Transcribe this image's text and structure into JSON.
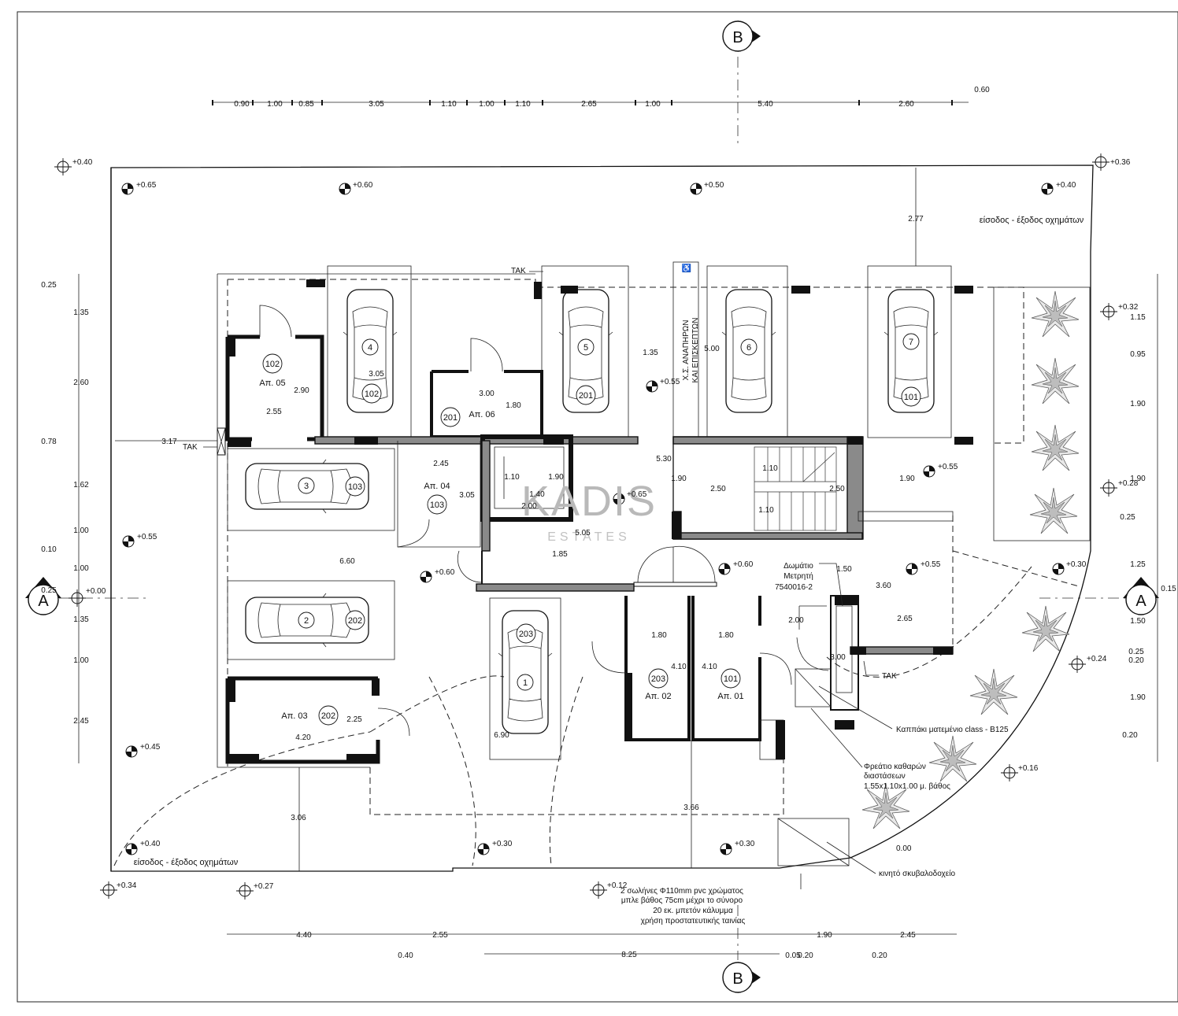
{
  "watermark": {
    "name": "KADIS",
    "tagline": "ESTATES"
  },
  "section_markers": {
    "b_top": "B",
    "b_bottom": "B",
    "a_left": "A",
    "a_right": "A"
  },
  "dims_top": [
    "0.90",
    "1.00",
    "0.85",
    "3.05",
    "1.10",
    "1.00",
    "1.10",
    "2.65",
    "1.00",
    "5.40",
    "2.60",
    "0.60"
  ],
  "dims_left": [
    "0.25",
    "1.35",
    "2.60",
    "0.78",
    "1.62",
    "1.00",
    "0.10",
    "1.00",
    "0.25",
    "1.35",
    "1.00",
    "2.45"
  ],
  "dims_right": [
    "1.15",
    "0.95",
    "1.90",
    "1.90",
    "0.25",
    "1.25",
    "0.15",
    "1.50",
    "0.25",
    "0.20",
    "1.90",
    "0.20"
  ],
  "dims_bottom": [
    "4.40",
    "2.55",
    "0.40",
    "8.25",
    "0.05",
    "0.20",
    "1.90",
    "2.45",
    "0.20"
  ],
  "dims_inner": {
    "d277": "2.77",
    "d135": "1.35",
    "d500": "5.00",
    "d305": "3.05",
    "d290": "2.90",
    "d255": "2.55",
    "d300": "3.00",
    "d180a": "1.80",
    "d317": "3.17",
    "d245": "2.45",
    "d305b": "3.05",
    "d110": "1.10",
    "d190a": "1.90",
    "d140": "1.40",
    "d200": "2.00",
    "d530": "5.30",
    "d190b": "1.90",
    "d250a": "2.50",
    "d110b": "1.10",
    "d250b": "2.50",
    "d110c": "1.10",
    "d190c": "1.90",
    "d505": "5.05",
    "d185": "1.85",
    "d660": "6.60",
    "d150": "1.50",
    "d360": "3.60",
    "d200b": "2.00",
    "d265": "2.65",
    "d300b": "3.00",
    "d180b": "1.80",
    "d180c": "1.80",
    "d410a": "4.10",
    "d410b": "4.10",
    "d225": "2.25",
    "d420": "4.20",
    "d690": "6.90",
    "d306": "3.06",
    "d366": "3.66"
  },
  "levels": {
    "l1": "+0.40",
    "l2": "+0.65",
    "l3": "+0.60",
    "l4": "+0.50",
    "l5": "+0.40",
    "l6": "+0.36",
    "l7": "+0.32",
    "l8": "+0.55",
    "l9": "+0.55",
    "l10": "+0.28",
    "l11": "+0.65",
    "l12": "+0.55",
    "l13": "+0.60",
    "l14": "+0.60",
    "l15": "+0.55",
    "l16": "+0.30",
    "l17": "+0.00",
    "l18": "+0.24",
    "l19": "+0.45",
    "l20": "+0.16",
    "l21": "+0.40",
    "l22": "+0.30",
    "l23": "+0.30",
    "l24": "0.00",
    "l25": "+0.34",
    "l26": "+0.27",
    "l27": "+0.12"
  },
  "parking": {
    "p1": "1",
    "p2": "2",
    "p3": "3",
    "p4": "4",
    "p5": "5",
    "p6": "6",
    "p7": "7",
    "a4": "102",
    "a5": "201",
    "a7": "101",
    "a3": "103",
    "a2": "202",
    "a1": "203"
  },
  "rooms": {
    "r102": {
      "num": "102",
      "name": "Απ. 05"
    },
    "r201": {
      "num": "201",
      "name": "Απ. 06"
    },
    "r103": {
      "num": "103",
      "name": "Απ. 04"
    },
    "r202": {
      "num": "202",
      "name": "Απ. 03"
    },
    "r203": {
      "num": "203",
      "name": "Απ. 02"
    },
    "r101": {
      "num": "101",
      "name": "Απ. 01"
    }
  },
  "labels": {
    "tak1": "TAK",
    "tak2": "TAK",
    "tak3": "TAK",
    "entrance_top": "είσοδος - έξοδος οχημάτων",
    "entrance_bottom": "είσοδος - έξοδος οχημάτων",
    "disabled_1": "Χ.Σ. ΑΝΑΠΗΡΩΝ",
    "disabled_2": "ΚΑΙ ΕΠΙΣΚΕΠΤΩΝ",
    "meter_1": "Δωμάτιο",
    "meter_2": "Μετρητή",
    "meter_3": "7540016-2",
    "cover": "Καππάκι ματεμένιο class - B125",
    "manhole_1": "Φρεάτιο καθαρών",
    "manhole_2": "διαστάσεων",
    "manhole_3": "1.55x1.10x1.00 μ. βάθος",
    "bin": "κινητό σκυβαλοδοχείο",
    "pipe_1": "2 σωλήνες Φ110mm pvc χρώματος",
    "pipe_2": "μπλε βάθος 75cm  μέχρι το σύνορο",
    "pipe_3": "20 εκ. μπετόν κάλυμμα",
    "pipe_4": "χρήση προστατευτικής ταινίας"
  }
}
